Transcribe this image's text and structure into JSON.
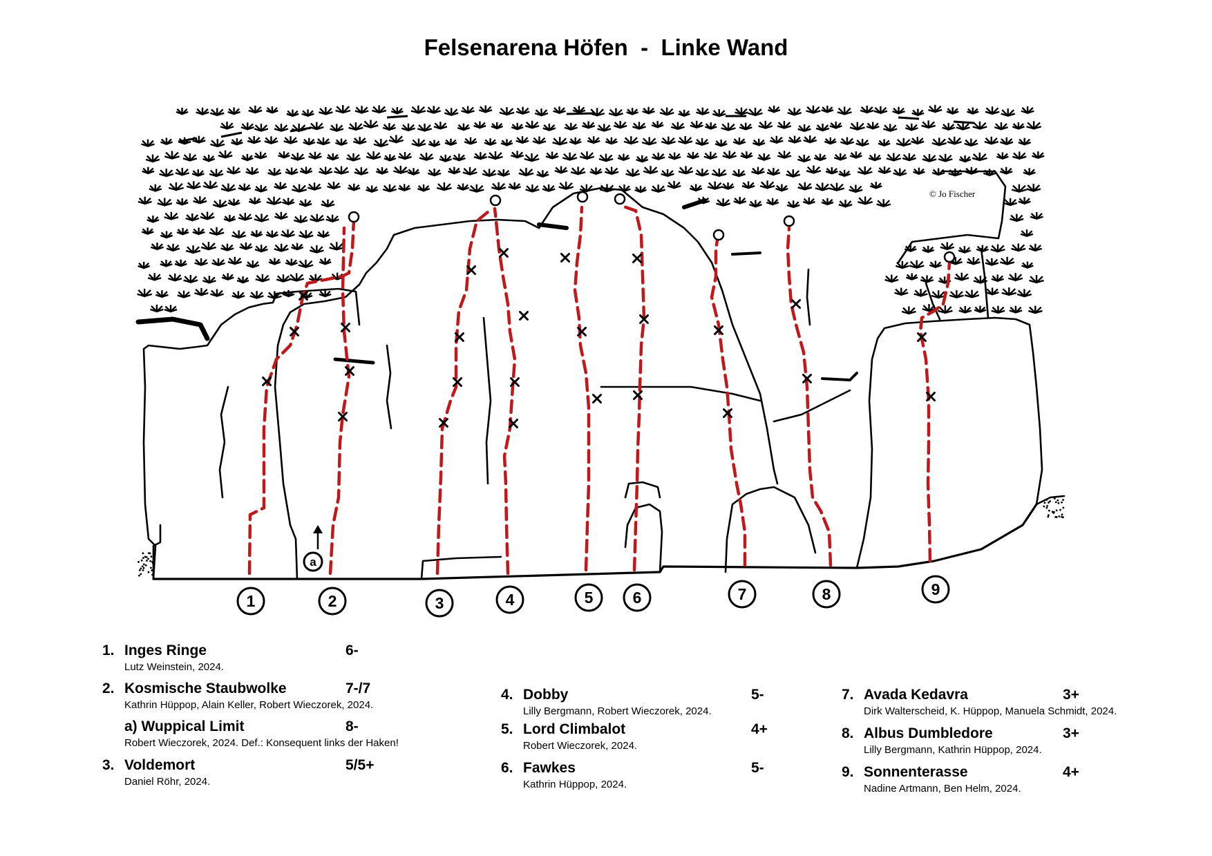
{
  "title": "Felsenarena Höfen  -  Linke Wand",
  "copyright": "© Jo Fischer",
  "colors": {
    "route_line": "#c0191c",
    "rock_outline": "#000000",
    "background": "#ffffff"
  },
  "topo_labels": [
    "1",
    "2",
    "3",
    "4",
    "5",
    "6",
    "7",
    "8",
    "9",
    "a"
  ],
  "routes": [
    {
      "num": "1.",
      "name": "Inges Ringe",
      "grade": "6-",
      "authors": "Lutz Weinstein, 2024."
    },
    {
      "num": "2.",
      "name": "Kosmische Staubwolke",
      "grade": "7-/7",
      "authors": "Kathrin Hüppop, Alain Keller, Robert Wieczorek, 2024."
    },
    {
      "num": "",
      "name": "a) Wuppical Limit",
      "grade": "8-",
      "authors": "Robert Wieczorek, 2024. Def.: Konsequent links der Haken!"
    },
    {
      "num": "3.",
      "name": "Voldemort",
      "grade": "5/5+",
      "authors": "Daniel Röhr, 2024."
    },
    {
      "num": "4.",
      "name": "Dobby",
      "grade": "5-",
      "authors": "Lilly Bergmann, Robert Wieczorek, 2024."
    },
    {
      "num": "5.",
      "name": "Lord Climbalot",
      "grade": "4+",
      "authors": "Robert Wieczorek, 2024."
    },
    {
      "num": "6.",
      "name": "Fawkes",
      "grade": "5-",
      "authors": "Kathrin Hüppop, 2024."
    },
    {
      "num": "7.",
      "name": "Avada Kedavra",
      "grade": "3+",
      "authors": "Dirk Walterscheid, K. Hüppop, Manuela Schmidt, 2024."
    },
    {
      "num": "8.",
      "name": "Albus Dumbledore",
      "grade": "3+",
      "authors": "Lilly Bergmann, Kathrin Hüppop, 2024."
    },
    {
      "num": "9.",
      "name": "Sonnenterasse",
      "grade": "4+",
      "authors": "Nadine Artmann, Ben Helm, 2024."
    }
  ]
}
